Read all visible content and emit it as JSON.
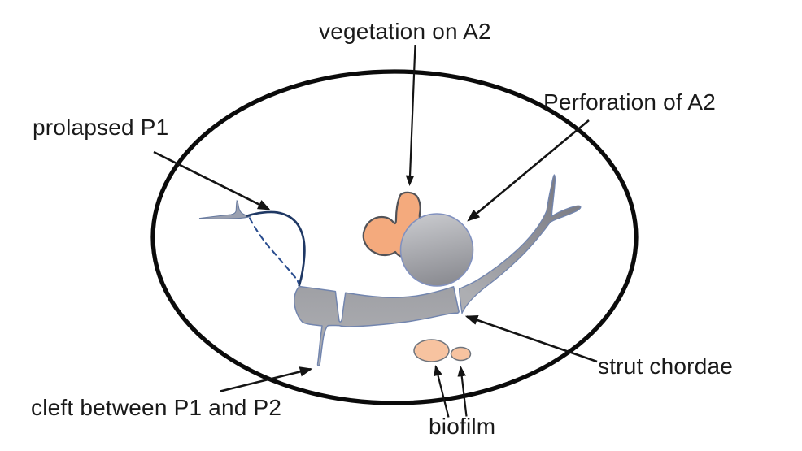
{
  "figure": {
    "type": "annotated-medical-diagram",
    "subject": "mitral valve viewed from atrium with pathologic findings",
    "labels": {
      "vegetation_on_a2": "vegetation on A2",
      "perforation_of_a2": "Perforation of A2",
      "prolapsed_p1": "prolapsed P1",
      "cleft_between_p1_and_p2": "cleft between P1 and P2",
      "strut_chordae": "strut chordae",
      "biofilm": "biofilm"
    },
    "colors": {
      "background": "#ffffff",
      "annulus_outline": "#0b0b0b",
      "label_text": "#1a1a1a",
      "arrow": "#141414",
      "vegetation_fill": "#f4aa7d",
      "vegetation_stroke": "#515257",
      "perforation_fill_top": "#c7c8cc",
      "perforation_fill_bottom": "#8a8b91",
      "perforation_stroke": "#8191bf",
      "leaflet_fill": "#a9aaae",
      "leaflet_stroke": "#7285ae",
      "chordae_fill_dark": "#7d7e86",
      "chordae_fill_light": "#adaeb2",
      "prolapse_curve": "#1f3864",
      "dashed_curve": "#2a4d8f",
      "sliver_fill": "#9aa0b0",
      "biofilm_fill": "#f7c3a0",
      "biofilm_stroke": "#6f747c"
    }
  }
}
